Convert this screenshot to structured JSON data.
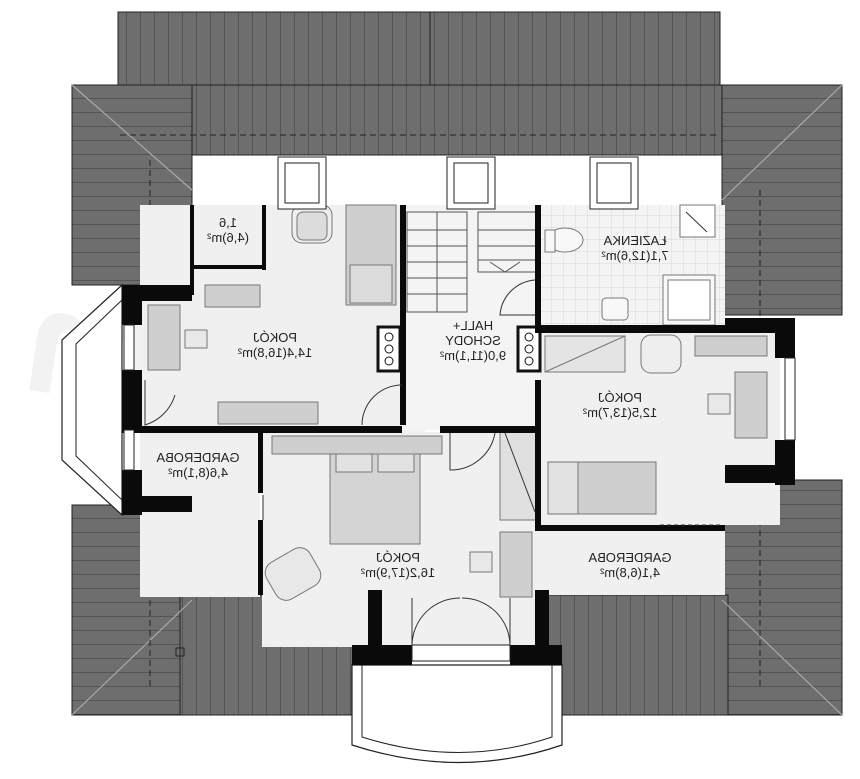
{
  "watermark": "extradom",
  "rooms": {
    "closet_small": {
      "name": "1,6",
      "area": "(4,6)m²"
    },
    "pokoj_left": {
      "name": "POKÓJ",
      "area": "14,4(16,8)m²"
    },
    "hall": {
      "name": "HALL+",
      "name2": "SCHODY",
      "area": "9,0(11,1)m²"
    },
    "lazienka": {
      "name": "ŁAZIENKA",
      "area": "7,1(12,6)m²"
    },
    "pokoj_right": {
      "name": "POKÓJ",
      "area": "12,5(13,7)m²"
    },
    "garderoba_left": {
      "name": "GARDEROBA",
      "area": "4,6(8,1)m²"
    },
    "pokoj_bottom": {
      "name": "POKÓJ",
      "area": "16,2(17,9)m²"
    },
    "garderoba_right": {
      "name": "GARDEROBA",
      "area": "4,1(6,8)m²"
    }
  },
  "colors": {
    "roof": "#6e6e6e",
    "roof_line": "#3a3a3a",
    "floor": "#f0f0f0",
    "wall": "#0a0a0a",
    "furniture": "#cfcfcf"
  },
  "orientation": "mirrored"
}
